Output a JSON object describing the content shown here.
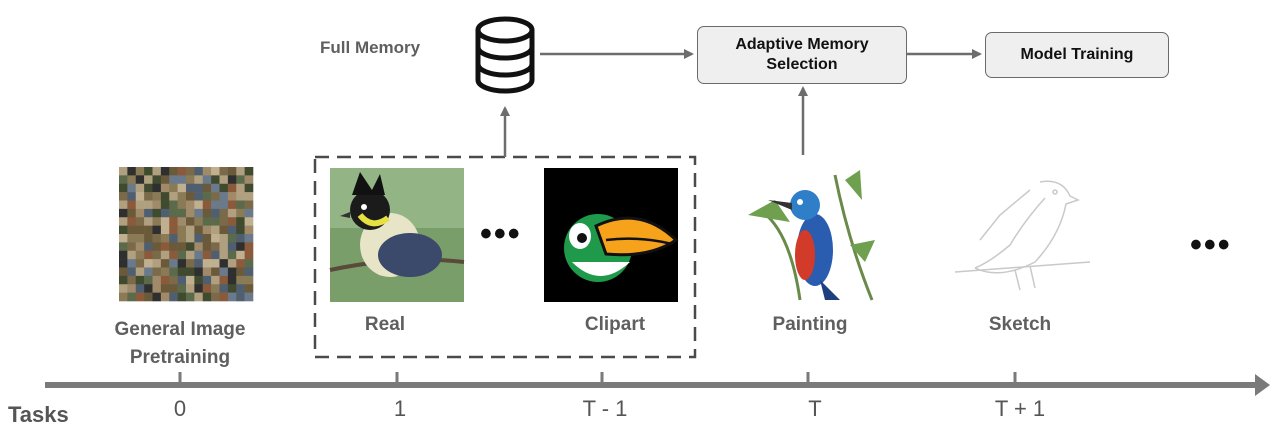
{
  "memory": {
    "label": "Full Memory",
    "icon": "database-icon"
  },
  "boxes": {
    "selection": "Adaptive Memory Selection",
    "training": "Model Training"
  },
  "images": {
    "pretrain": "General Image Pretraining",
    "real": "Real",
    "clipart": "Clipart",
    "painting": "Painting",
    "sketch": "Sketch"
  },
  "timeline": {
    "axis_label": "Tasks",
    "ticks": [
      "0",
      "1",
      "T - 1",
      "T",
      "T + 1"
    ]
  },
  "colors": {
    "line": "#6d6d6d",
    "box_fill": "#efefef",
    "text": "#5f5f5f"
  }
}
